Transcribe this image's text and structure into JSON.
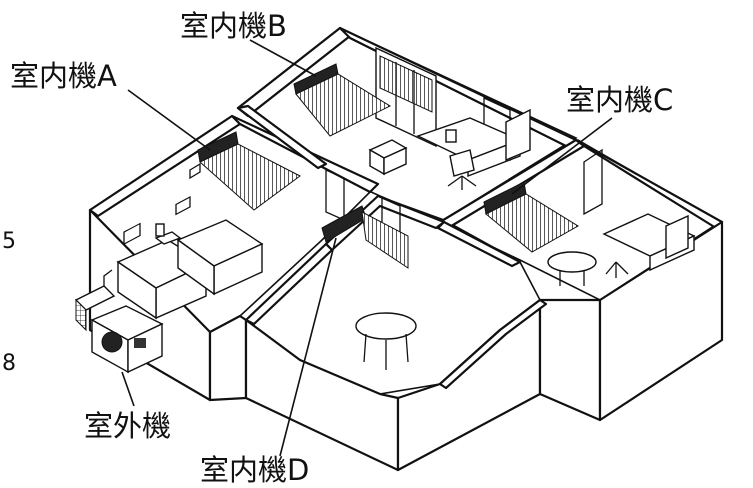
{
  "labels": {
    "unit_a": "室内機A",
    "unit_b": "室内機B",
    "unit_c": "室内機C",
    "unit_d": "室内機D",
    "outdoor": "室外機"
  },
  "margin_numbers": {
    "upper": "5",
    "lower": "8"
  },
  "icons": {
    "indoor_unit": "wall-mounted-air-conditioner-icon",
    "outdoor_unit": "outdoor-condenser-icon"
  }
}
